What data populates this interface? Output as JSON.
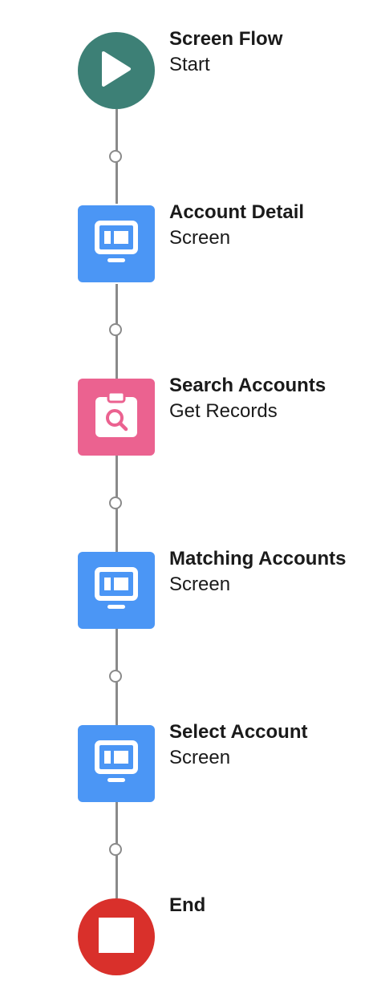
{
  "flow": {
    "elements": [
      {
        "title": "Screen Flow",
        "subtitle": "Start",
        "kind": "start",
        "icon": "play-icon",
        "color": "#3d8076"
      },
      {
        "title": "Account Detail",
        "subtitle": "Screen",
        "kind": "screen",
        "icon": "screen-icon",
        "color": "#4b96f5"
      },
      {
        "title": "Search Accounts",
        "subtitle": "Get Records",
        "kind": "get-records",
        "icon": "clipboard-search-icon",
        "color": "#eb6290"
      },
      {
        "title": "Matching Accounts",
        "subtitle": "Screen",
        "kind": "screen",
        "icon": "screen-icon",
        "color": "#4b96f5"
      },
      {
        "title": "Select Account",
        "subtitle": "Screen",
        "kind": "screen",
        "icon": "screen-icon",
        "color": "#4b96f5"
      },
      {
        "title": "End",
        "subtitle": "",
        "kind": "end",
        "icon": "stop-icon",
        "color": "#d9302b"
      }
    ]
  }
}
